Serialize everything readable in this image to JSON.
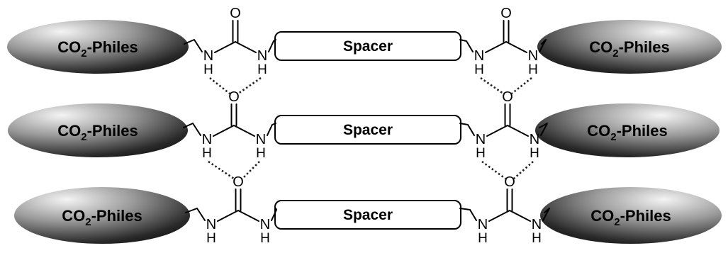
{
  "labels": {
    "philes_main": "CO",
    "philes_sub": "2",
    "philes_tail": "-Philes",
    "spacer": "Spacer"
  },
  "atoms": {
    "oxygen": "O",
    "nitrogen": "N",
    "hydrogen": "H"
  },
  "colors": {
    "ellipse_light": "#f2f2f2",
    "ellipse_dark": "#111111",
    "line": "#000000"
  }
}
